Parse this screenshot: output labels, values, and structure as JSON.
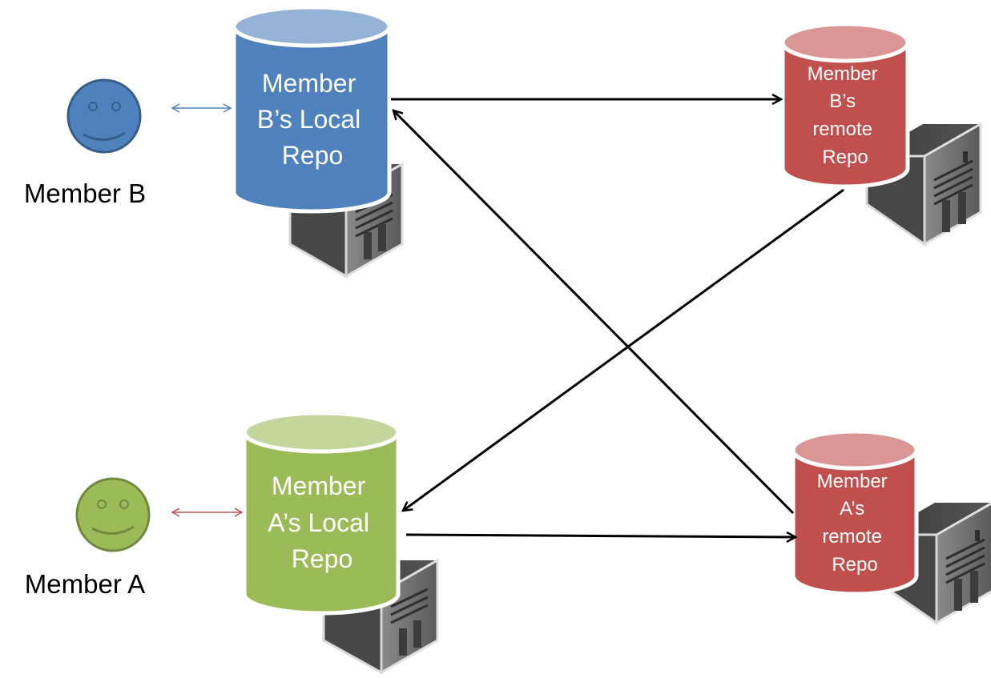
{
  "colors": {
    "member_b": "#4f81bd",
    "member_a": "#9bbb59",
    "remote": "#c0504d",
    "server": "#6d6d6d",
    "arrow": "#000000"
  },
  "members": {
    "b": {
      "label": "Member B",
      "icon": "smiley-face-icon"
    },
    "a": {
      "label": "Member A",
      "icon": "smiley-face-icon"
    }
  },
  "repos": {
    "b_local": {
      "lines": [
        "Member",
        "B’s Local",
        "Repo"
      ],
      "icon": "database-icon"
    },
    "a_local": {
      "lines": [
        "Member",
        "A’s Local",
        "Repo"
      ],
      "icon": "database-icon"
    },
    "b_remote": {
      "lines": [
        "Member",
        "B’s",
        "remote",
        "Repo"
      ],
      "icon": "database-icon"
    },
    "a_remote": {
      "lines": [
        "Member",
        "A’s",
        "remote",
        "Repo"
      ],
      "icon": "database-icon"
    }
  },
  "servers": {
    "icon": "server-tower-icon"
  }
}
